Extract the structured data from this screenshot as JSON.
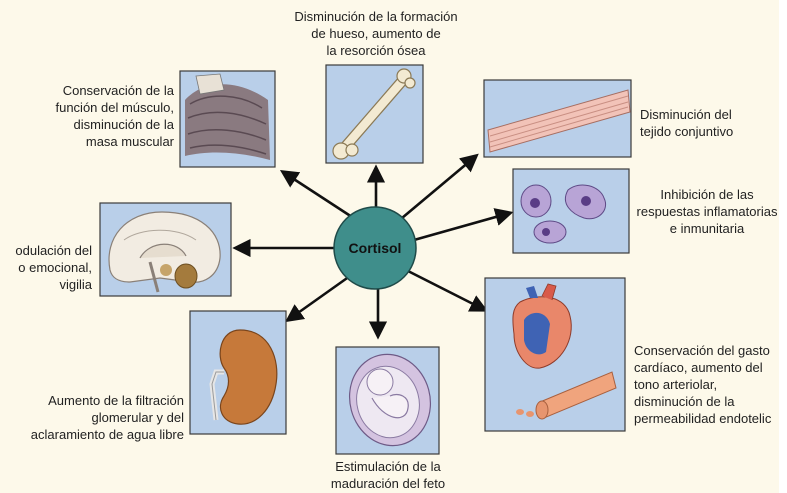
{
  "center": {
    "label": "Cortisol"
  },
  "effects": {
    "bone": [
      "Disminución de la formación",
      "de hueso, aumento de",
      "la resorción ósea"
    ],
    "muscle": [
      "Conservación de la",
      "función del músculo,",
      "disminución de la",
      "masa muscular"
    ],
    "connective": [
      "Disminución del",
      "tejido conjuntivo"
    ],
    "inflammation": [
      "Inhibición de las",
      "respuestas inflamatorias",
      "e inmunitaria"
    ],
    "mood": [
      "odulación del",
      "o emocional,",
      "vigilia"
    ],
    "cardiac": [
      "Conservación del gasto",
      "cardíaco, aumento del",
      "tono arteriolar,",
      "disminución de la",
      "permeabilidad endotelic"
    ],
    "kidney": [
      "Aumento de la filtración",
      "glomerular y del",
      "aclaramiento de agua libre"
    ],
    "fetus": [
      "Estimulación de la",
      "maduración del feto"
    ]
  },
  "colors": {
    "background": "#fdf9ea",
    "panel": "#b9cfe9",
    "panel_border": "#3b3b3b",
    "hub": "#3f8e8b",
    "arrow": "#111111",
    "text": "#222222"
  },
  "icons": [
    "muscle-illustration",
    "bone-illustration",
    "connective-tissue-illustration",
    "immune-cells-illustration",
    "brain-illustration",
    "heart-vessel-illustration",
    "kidney-illustration",
    "fetus-in-uterus-illustration"
  ]
}
